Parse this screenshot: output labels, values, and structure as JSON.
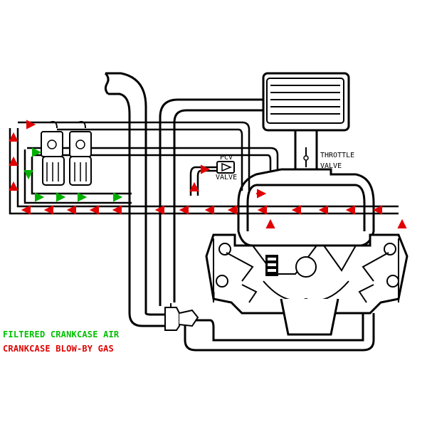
{
  "labels": {
    "pcv_line1": "PCV",
    "pcv_line2": "VALVE",
    "throttle_line1": "THROTTLE",
    "throttle_line2": "VALVE"
  },
  "legend": {
    "filtered": {
      "text": "FILTERED CRANKCASE AIR",
      "color": "#00c000"
    },
    "blowby": {
      "text": "CRANKCASE BLOW-BY GAS",
      "color": "#e00000"
    }
  }
}
